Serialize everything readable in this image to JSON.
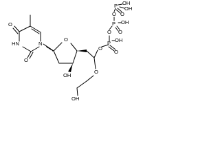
{
  "labels": {
    "ring_o_top": "O",
    "ring_o_left": "O",
    "n_ring": "N",
    "nh": "HN",
    "furanose_o": "O",
    "oh_sugar": "OH",
    "ether_o": "O",
    "oh_end": "OH",
    "ester_o": "O",
    "p1": "P",
    "p1_oh": "OH",
    "p1_o": "O",
    "bridge_o1": "O",
    "p2": "P",
    "p2_oh": "OH",
    "p2_o": "O",
    "bridge_o2": "O",
    "p3": "P",
    "p3_oh_top": "OH",
    "p3_oh_right": "OH",
    "p3_o": "O"
  }
}
